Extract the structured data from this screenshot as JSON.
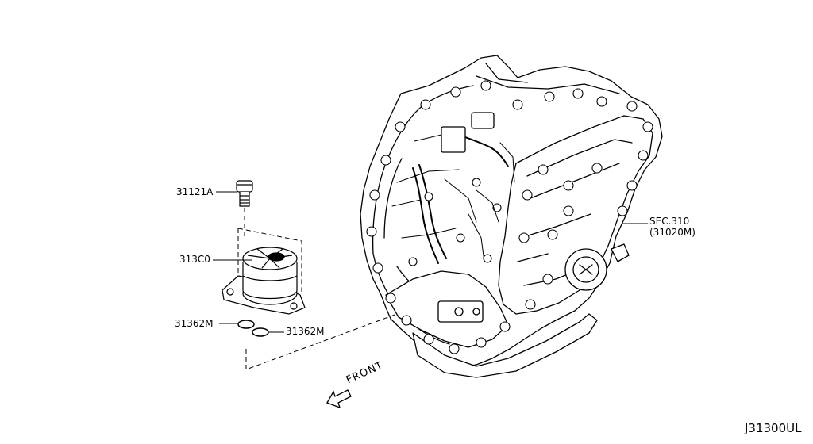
{
  "diagram": {
    "parts": [
      {
        "part_number": "31121A"
      },
      {
        "part_number": "313C0"
      },
      {
        "part_number": "31362M"
      },
      {
        "part_number": "31362M"
      }
    ],
    "section_reference": {
      "line1": "SEC.310",
      "line2": "(31020M)"
    },
    "direction_label": "FRONT",
    "figure_code": "J31300UL"
  }
}
